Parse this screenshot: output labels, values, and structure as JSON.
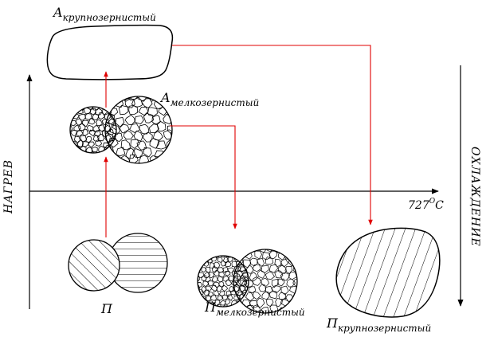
{
  "labels": {
    "a_main": "A",
    "a_coarse_sub": "крупнозернистый",
    "a_fine_sub": "мелкозернистый",
    "p_main": "П",
    "p_fine_sub": "мелкозернистый",
    "p_coarse_sub": "крупнозернистый",
    "temp_value": "727",
    "temp_sup": "O",
    "temp_unit": "C",
    "heating": "НАГРЕВ",
    "cooling": "ОХЛАЖДЕНИЕ"
  },
  "colors": {
    "line": "#000000",
    "arrow": "#e00000"
  }
}
